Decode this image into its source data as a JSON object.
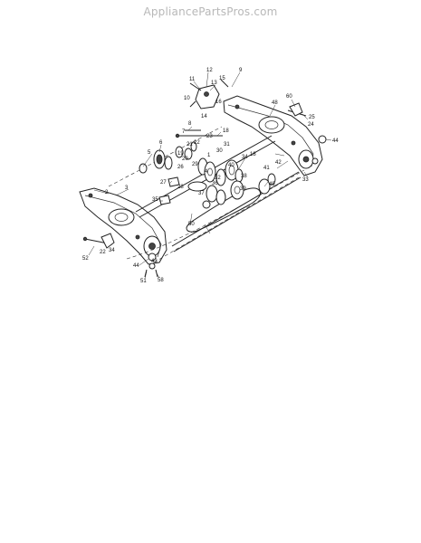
{
  "watermark": {
    "text": "AppliancePartsPros.com"
  },
  "diagram": {
    "callouts": [
      {
        "id": "c12",
        "label": "12"
      },
      {
        "id": "c11",
        "label": "11"
      },
      {
        "id": "c9",
        "label": "9"
      },
      {
        "id": "c13",
        "label": "13"
      },
      {
        "id": "c10",
        "label": "10"
      },
      {
        "id": "c15",
        "label": "15"
      },
      {
        "id": "c16",
        "label": "16"
      },
      {
        "id": "c14",
        "label": "14"
      },
      {
        "id": "c48",
        "label": "48"
      },
      {
        "id": "c60",
        "label": "60"
      },
      {
        "id": "c25",
        "label": "25"
      },
      {
        "id": "c24",
        "label": "24"
      },
      {
        "id": "c44a",
        "label": "44"
      },
      {
        "id": "c8",
        "label": "8"
      },
      {
        "id": "c6",
        "label": "6"
      },
      {
        "id": "c18a",
        "label": "18"
      },
      {
        "id": "c7",
        "label": "7"
      },
      {
        "id": "c23",
        "label": "23"
      },
      {
        "id": "c21",
        "label": "21"
      },
      {
        "id": "c22",
        "label": "22"
      },
      {
        "id": "c5",
        "label": "5"
      },
      {
        "id": "c20",
        "label": "20"
      },
      {
        "id": "c19",
        "label": "19"
      },
      {
        "id": "c26",
        "label": "26"
      },
      {
        "id": "c30",
        "label": "30"
      },
      {
        "id": "c31",
        "label": "31"
      },
      {
        "id": "c34",
        "label": "34"
      },
      {
        "id": "c18b",
        "label": "18"
      },
      {
        "id": "c1",
        "label": "1"
      },
      {
        "id": "c40",
        "label": "40"
      },
      {
        "id": "c27",
        "label": "27"
      },
      {
        "id": "c29",
        "label": "29"
      },
      {
        "id": "c28",
        "label": "28"
      },
      {
        "id": "c4",
        "label": "4"
      },
      {
        "id": "c32",
        "label": "32"
      },
      {
        "id": "c36",
        "label": "36"
      },
      {
        "id": "c38",
        "label": "38"
      },
      {
        "id": "c41",
        "label": "41"
      },
      {
        "id": "c42",
        "label": "42"
      },
      {
        "id": "c33",
        "label": "33"
      },
      {
        "id": "c3",
        "label": "3"
      },
      {
        "id": "c39",
        "label": "39"
      },
      {
        "id": "c37",
        "label": "37"
      },
      {
        "id": "c35",
        "label": "35"
      },
      {
        "id": "c2",
        "label": "2"
      },
      {
        "id": "c49",
        "label": "49"
      },
      {
        "id": "c50",
        "label": "50"
      },
      {
        "id": "c34b",
        "label": "34"
      },
      {
        "id": "c22b",
        "label": "22"
      },
      {
        "id": "c52",
        "label": "52"
      },
      {
        "id": "c44b",
        "label": "44"
      },
      {
        "id": "c43",
        "label": "43"
      },
      {
        "id": "c51",
        "label": "51"
      },
      {
        "id": "c58",
        "label": "58"
      }
    ]
  }
}
